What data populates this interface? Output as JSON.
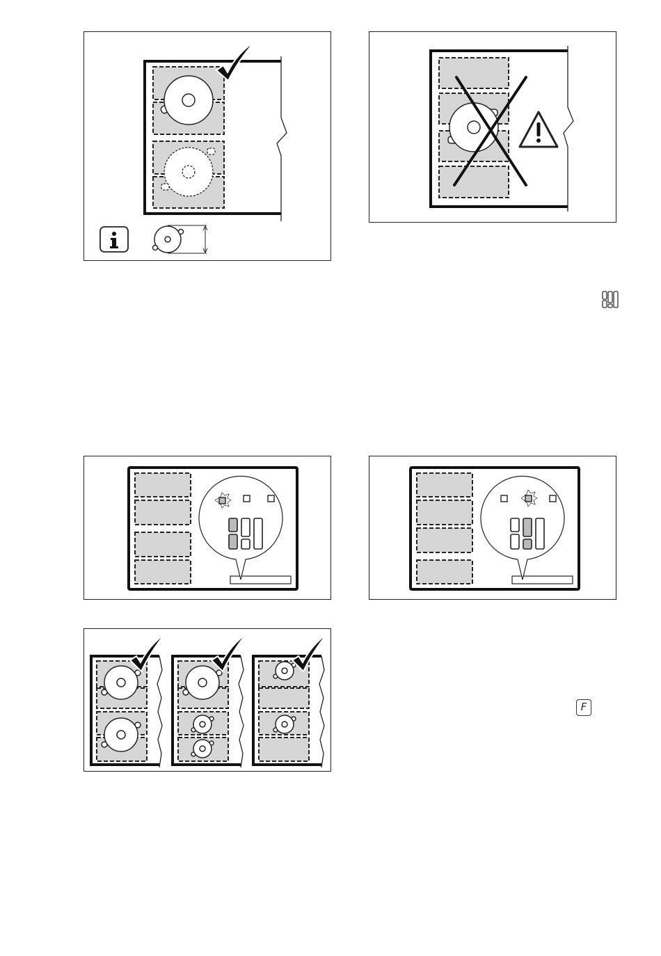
{
  "figures": [
    {
      "id": "pan-placement-correct",
      "icons": [
        "checkmark-icon",
        "info-icon",
        "pan-diameter-icon"
      ]
    },
    {
      "id": "pan-placement-wrong",
      "icons": [
        "cross-icon",
        "warning-icon"
      ]
    },
    {
      "id": "zone-selection-left",
      "icons": [
        "flashing-indicator-icon",
        "zone-display-icon"
      ]
    },
    {
      "id": "zone-selection-middle",
      "icons": [
        "flashing-indicator-icon",
        "zone-display-icon"
      ]
    },
    {
      "id": "pan-combinations-correct",
      "icons": [
        "checkmark-icon",
        "checkmark-icon",
        "checkmark-icon"
      ]
    }
  ],
  "inline_icons": {
    "zone_symbol": "zone-display-icon",
    "function_key_label": "F"
  },
  "colors": {
    "zone_fill": "#d6d6d6",
    "line": "#222222"
  }
}
